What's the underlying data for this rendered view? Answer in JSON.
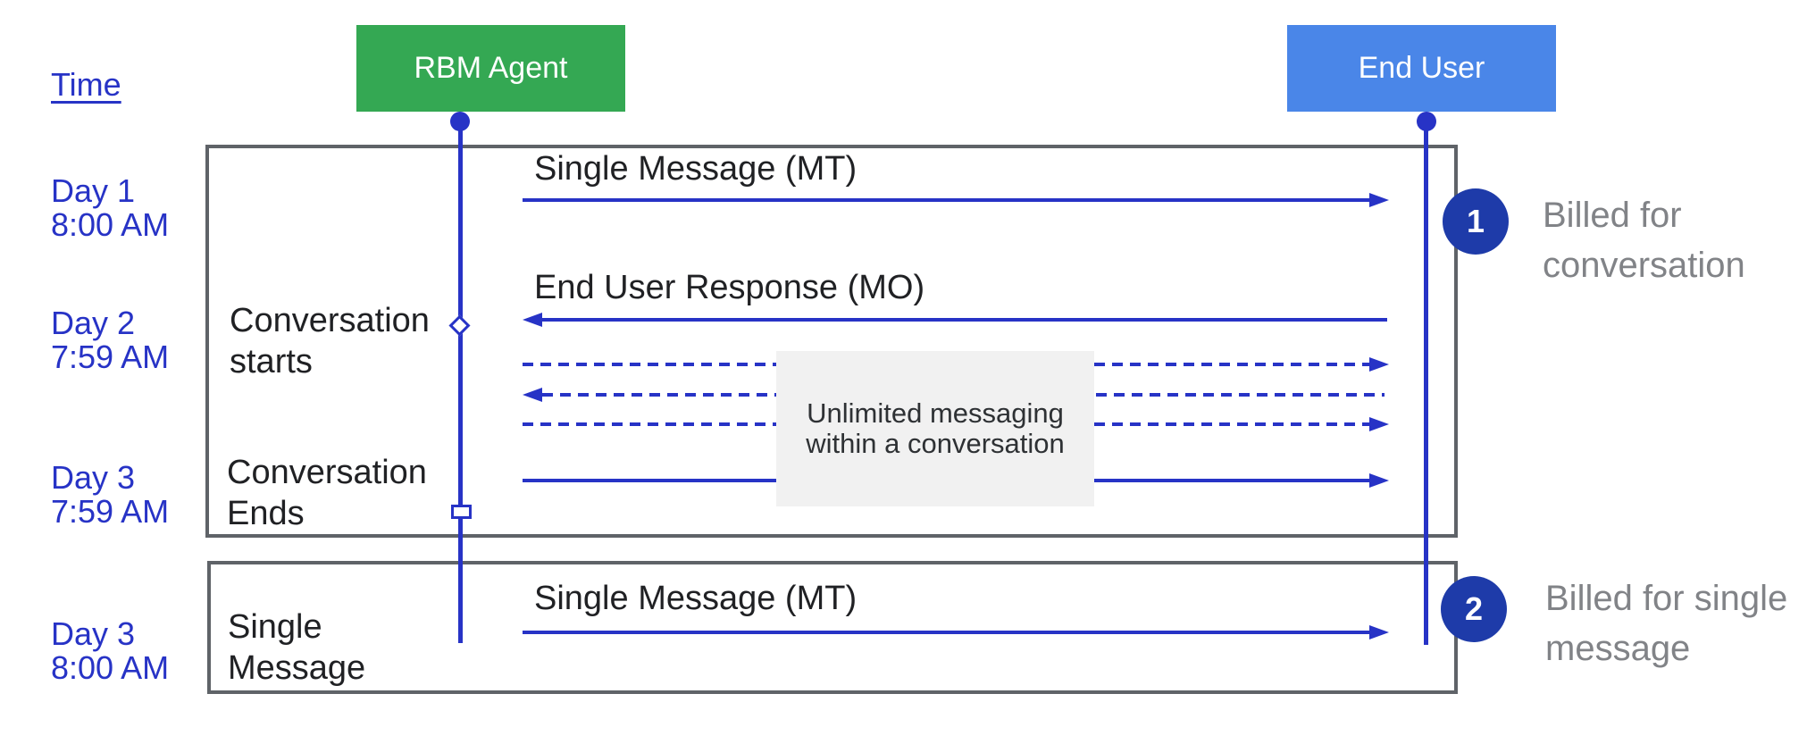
{
  "time_label": "Time",
  "actors": {
    "rbm_agent": "RBM Agent",
    "end_user": "End User"
  },
  "timeline": [
    {
      "day": "Day 1",
      "time": "8:00 AM"
    },
    {
      "day": "Day 2",
      "time": "7:59 AM"
    },
    {
      "day": "Day 3",
      "time": "7:59 AM"
    },
    {
      "day": "Day 3",
      "time": "8:00 AM"
    }
  ],
  "frame1": {
    "starts_label": "Conversation starts",
    "ends_label": "Conversation Ends",
    "mt_message": "Single Message (MT)",
    "mo_message": "End User Response (MO)",
    "note": "Unlimited messaging within a conversation"
  },
  "frame2": {
    "left_label": "Single Message",
    "mt_message": "Single Message (MT)"
  },
  "annotations": [
    {
      "number": "1",
      "label": "Billed for conversation"
    },
    {
      "number": "2",
      "label": "Billed for single message"
    }
  ],
  "colors": {
    "agent-green": "#34a853",
    "user-blue": "#4a86e8",
    "line-blue": "#2733c6",
    "badge-navy": "#1e3ba9",
    "frame-gray": "#5f6368",
    "label-dark": "#202124",
    "muted-gray": "#818387",
    "note-bg": "#f1f1f1",
    "note-text": "#2e3134",
    "time-blue": "#2733c6",
    "page-bg": "#ffffff"
  }
}
